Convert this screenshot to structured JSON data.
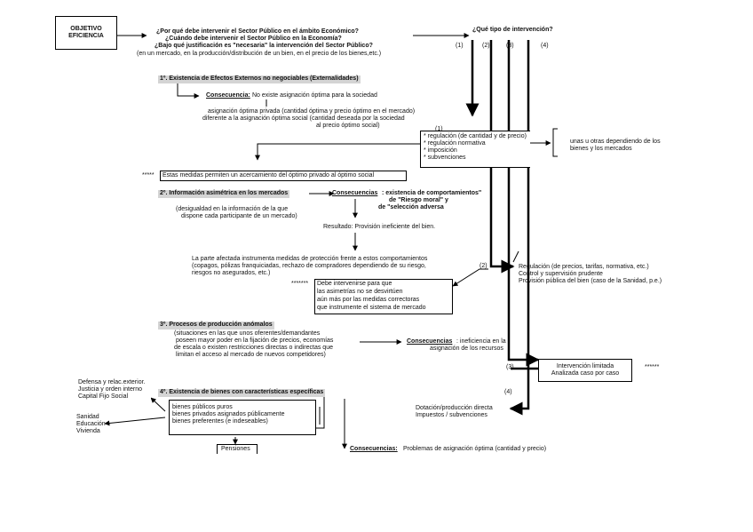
{
  "objetivo": [
    "OBJETIVO",
    "EFICIENCIA"
  ],
  "questions": [
    "¿Por qué debe intervenir el Sector Público en el ámbito Económico?",
    "¿Cuándo debe intervenir el Sector Público en la Economía?",
    "¿Bajo qué justificación es \"necesaria\" la intervención del Sector Público?",
    "(en un mercado, en la producción/distribución de un bien, en el precio de los bienes,etc.)"
  ],
  "tipo_title": "¿Qué tipo de intervención?",
  "tipo_numbers": [
    "(1)",
    "(2)",
    "(3)",
    "(4)"
  ],
  "s1": {
    "title": "1º. Existencia de Efectos Externos no negociables (Externalidades)",
    "cons_label": "Consecuencia:",
    "cons_text": "No existe asignación óptima para la sociedad",
    "desc": [
      "asignación óptima privada  (cantidad óptima y precio óptimo en el mercado)",
      "diferente a la asignación óptima social (cantidad deseada por la sociedad",
      "al precio óptimo social)"
    ],
    "num": "(1)",
    "measures": [
      "* regulación (de cantidad y de precio)",
      "* regulación normativa",
      "* imposición",
      "* subvenciones"
    ],
    "side": [
      "unas u otras dependiendo de los",
      "bienes y los mercados"
    ],
    "stars": "*****",
    "note": "Estas medidas permiten un acercamiento del óptimo privado al óptimo social"
  },
  "s2": {
    "title": "2º. Información asimétrica en los mercados",
    "sub": [
      "(desigualdad en la información de la que",
      "dispone cada participante de un mercado)"
    ],
    "cons_label": "Consecuencias",
    "cons_text": ": existencia de comportamientos\"",
    "cons_lines": [
      "de \"Riesgo moral\" y",
      "de \"selección adversa"
    ],
    "result": "Resultado: Provisión ineficiente del bien.",
    "para": [
      "La parte afectada instrumenta medidas de protección frente a estos comportamientos",
      "(copagos, pólizas franquiciadas, rechazo de compradores dependiendo de su riesgo,",
      "riesgos no asegurados, etc.)"
    ],
    "stars": "*******",
    "boxlines": [
      "Debe intervenirse para que",
      "las asimetrías no se desvirtúen",
      "aún más por las medidas correctoras",
      "que instrumente el sistema de mercado"
    ],
    "num": "(2)",
    "reg": [
      "Regulación (de precios, tarifas, normativa, etc.)",
      "Control y supervisión prudente",
      "Provisión pública del bien (caso de la Sanidad, p.e.)"
    ]
  },
  "s3": {
    "title": "3º. Procesos de producción anómalos",
    "desc": [
      "(situaciones en las que unos oferentes/demandantes",
      "poseen mayor poder en la fijación de precios, economías",
      "de escala o existen restricciones directas o indirectas que",
      "limitan el acceso al mercado de nuevos competidores)"
    ],
    "cons_label": "Consecuencias",
    "cons_lines": [
      ": ineficiencia en la",
      "asignación de los recursos"
    ],
    "num": "(3)",
    "box": [
      "Intervención limitada",
      "Analizada caso por caso"
    ],
    "stars": "******"
  },
  "s4": {
    "title": "4º. Existencia de bienes con características específicas",
    "left1": [
      "Defensa  y relac.exterior.",
      "Justicia y orden interno",
      "Capital Fijo Social"
    ],
    "left2": [
      "Sanidad",
      "Educación",
      "Vivienda"
    ],
    "bienes": [
      "bienes públicos puros",
      "bienes privados asignados públicamente",
      "bienes preferentes (e indeseables)"
    ],
    "pensiones": "Pensiones",
    "num": "(4)",
    "dot": [
      "Dotación/producción directa",
      "Impuestos / subvenciones"
    ],
    "cons_label": "Consecuencias:",
    "cons_text": "Problemas de asignación óptima (cantidad y precio)"
  }
}
